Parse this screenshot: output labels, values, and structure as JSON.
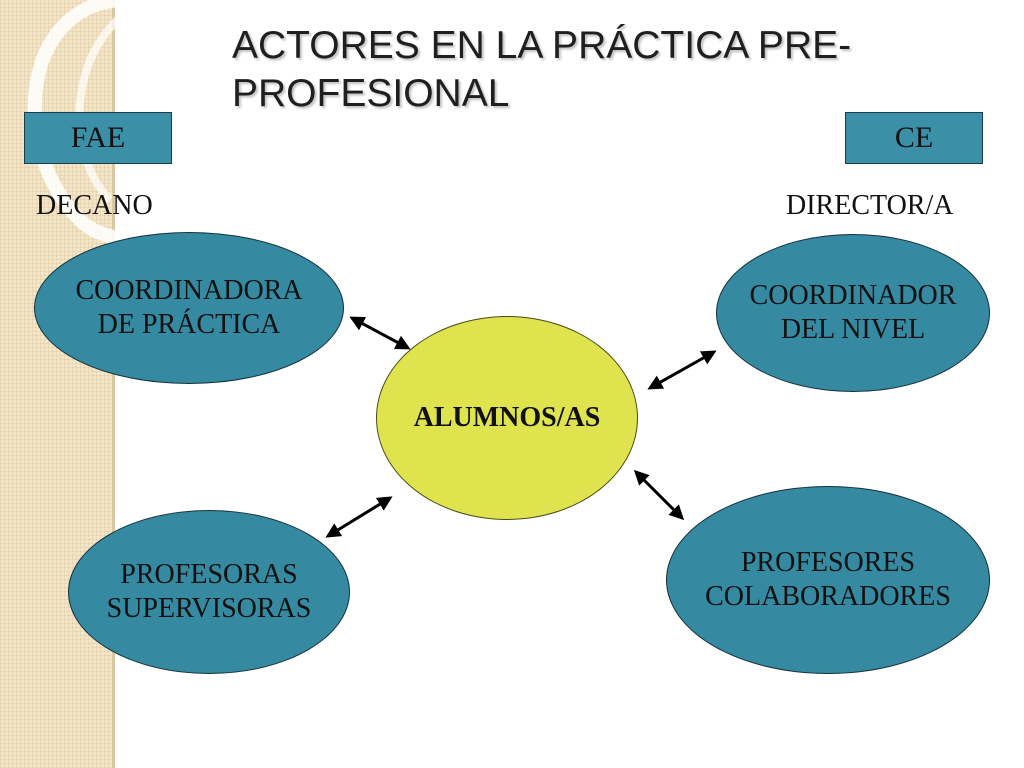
{
  "title": "ACTORES EN LA PRÁCTICA PRE-\nPROFESIONAL",
  "left_header": {
    "box": "FAE",
    "role": "DECANO"
  },
  "right_header": {
    "box": "CE",
    "role": "DIRECTOR/A"
  },
  "nodes": {
    "center": "ALUMNOS/AS",
    "top_left": "COORDINADORA\nDE PRÁCTICA",
    "top_right": "COORDINADOR\nDEL NIVEL",
    "bottom_left": "PROFESORAS\nSUPERVISORAS",
    "bottom_right": "PROFESORES\nCOLABORADORES"
  },
  "colors": {
    "node_blue": "#358aa1",
    "node_center": "#dfe44e",
    "box_blue": "#3b8fa7"
  }
}
